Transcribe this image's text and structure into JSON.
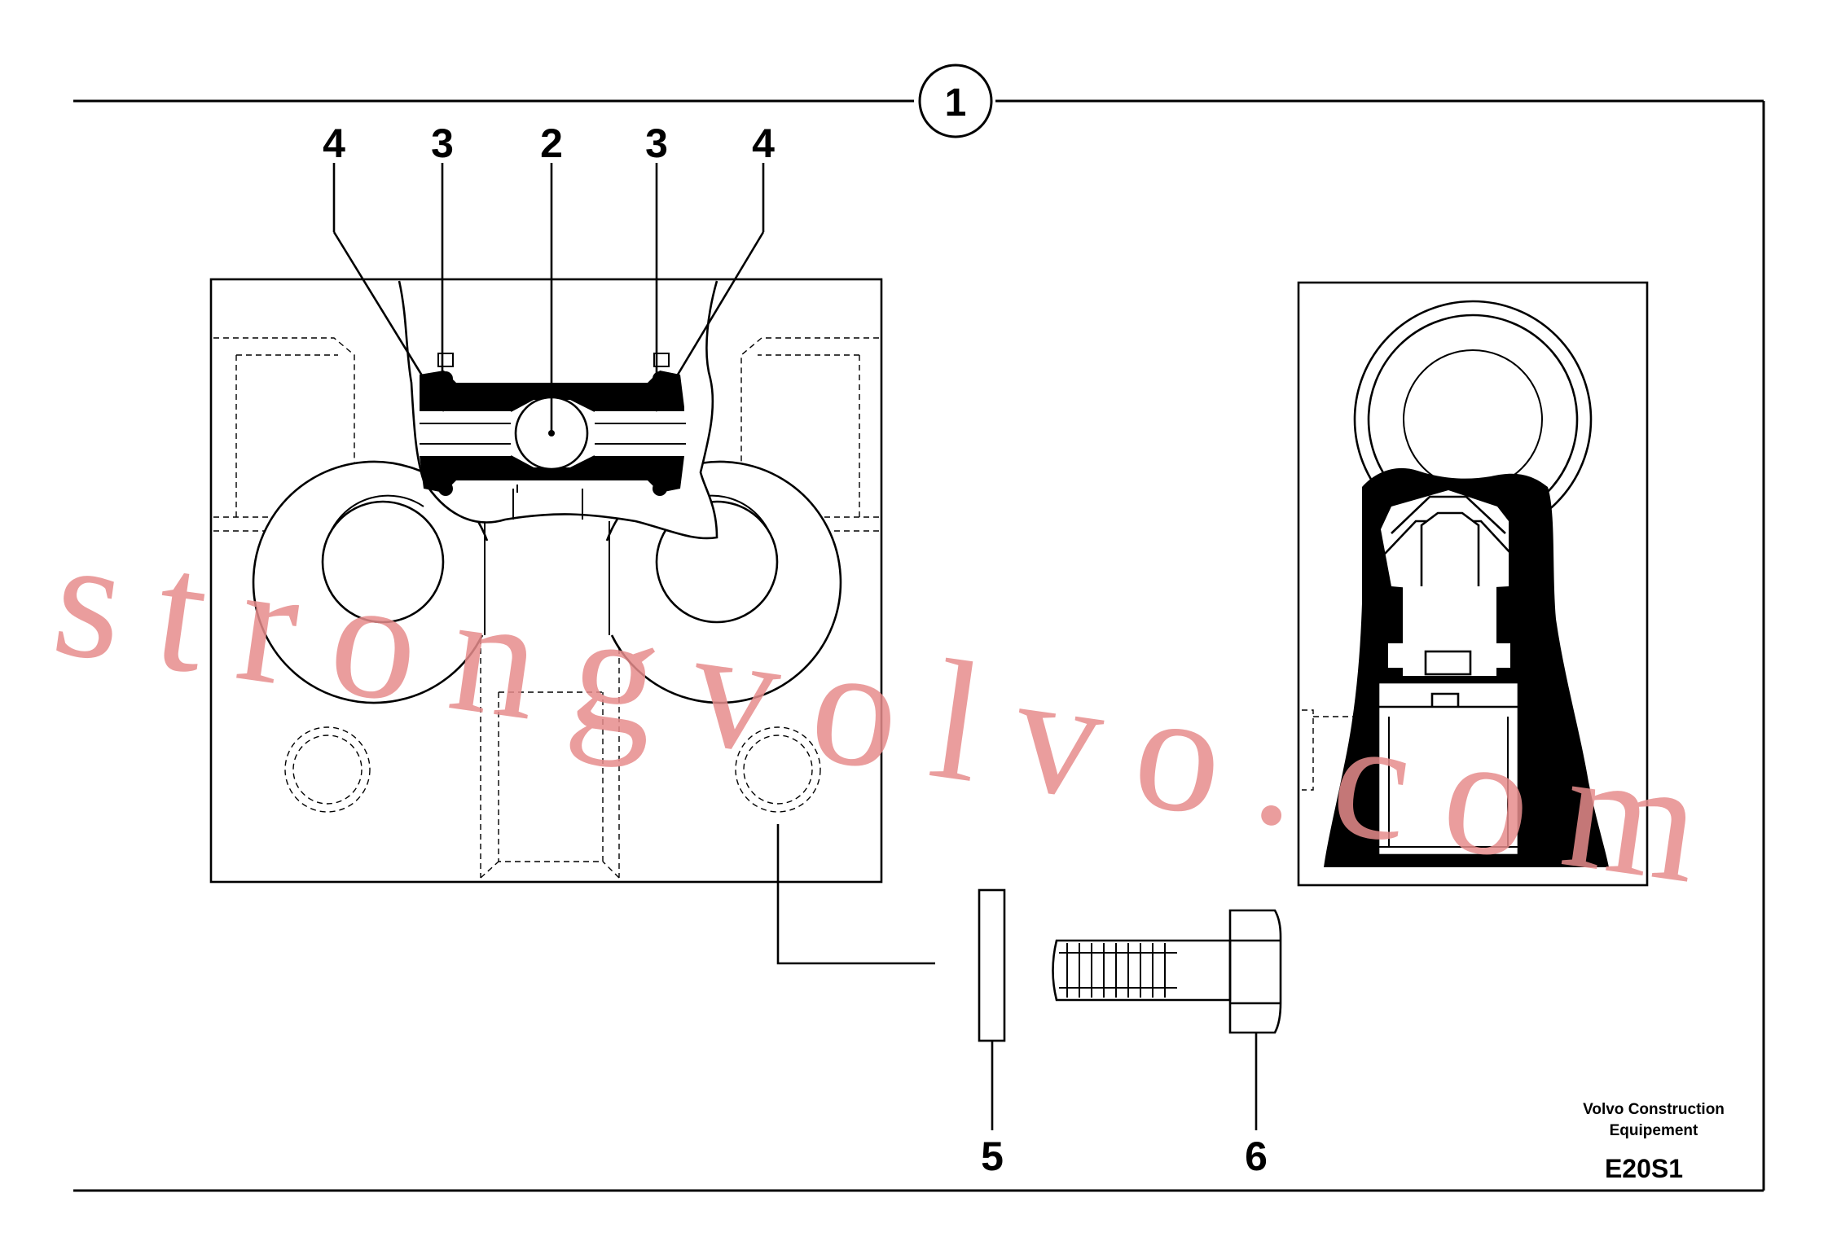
{
  "figure_number": "1",
  "callouts": {
    "c4_left": "4",
    "c3_left": "3",
    "c2": "2",
    "c3_right": "3",
    "c4_right": "4",
    "c5": "5",
    "c6": "6"
  },
  "footer": {
    "manufacturer_line1": "Volvo Construction",
    "manufacturer_line2": "Equipement",
    "code": "E20S1"
  },
  "watermark": "strongvolvo.com",
  "colors": {
    "line": "#000000",
    "watermark": "#e68c8c",
    "background": "#ffffff"
  }
}
